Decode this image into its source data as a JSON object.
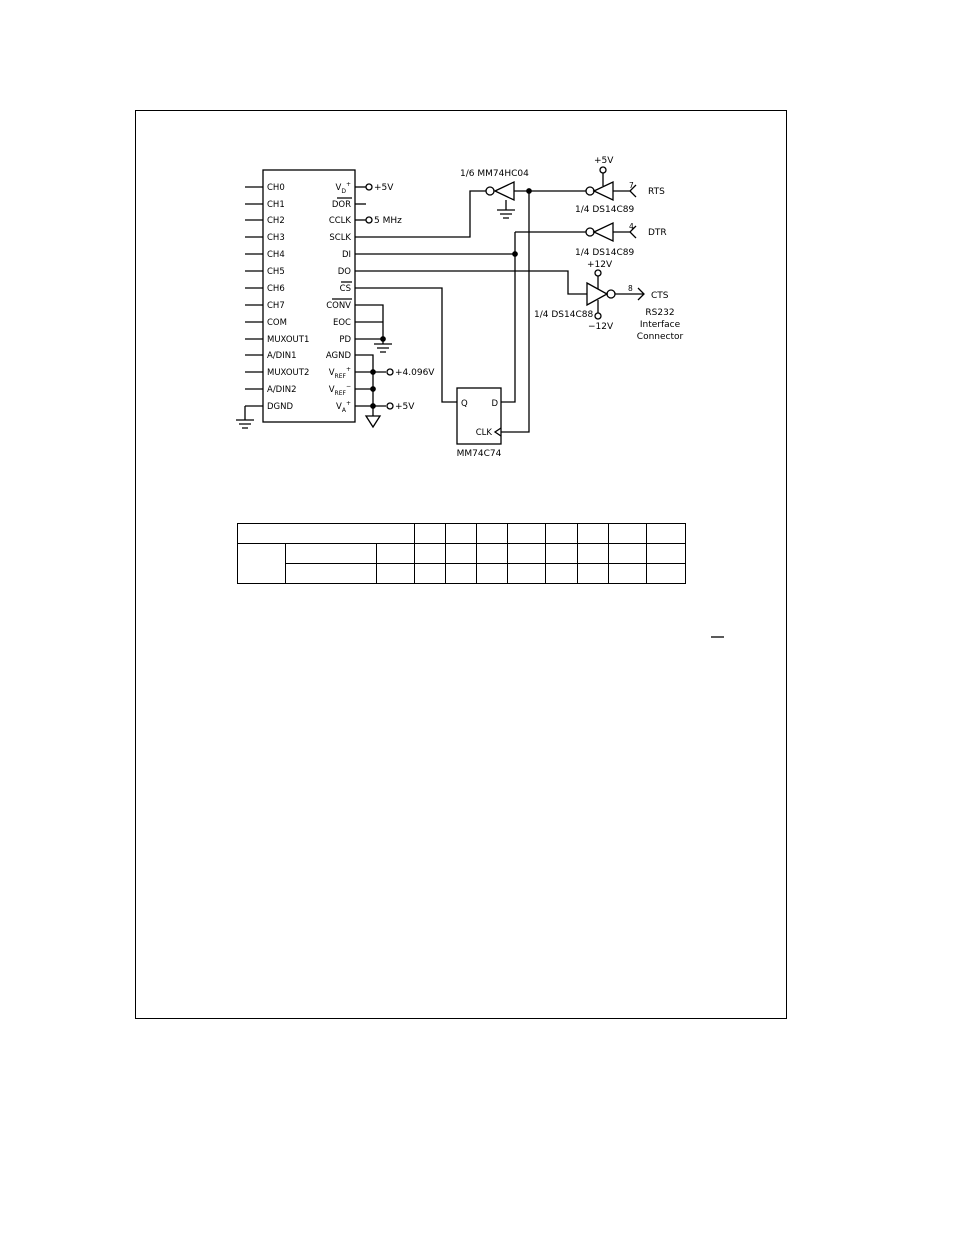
{
  "chip": {
    "left_pins": [
      "CH0",
      "CH1",
      "CH2",
      "CH3",
      "CH4",
      "CH5",
      "CH6",
      "CH7",
      "COM",
      "MUXOUT1",
      "A/DIN1",
      "MUXOUT2",
      "A/DIN2",
      "DGND"
    ],
    "right_pins": [
      {
        "name": "V",
        "sub": "D",
        "sup": "+"
      },
      {
        "name": "DOR"
      },
      {
        "name": "CCLK"
      },
      {
        "name": "SCLK"
      },
      {
        "name": "DI"
      },
      {
        "name": "DO"
      },
      {
        "name": "CS"
      },
      {
        "name": "CONV"
      },
      {
        "name": "EOC"
      },
      {
        "name": "PD"
      },
      {
        "name": "AGND"
      },
      {
        "name": "V",
        "sub": "REF",
        "sup": "+"
      },
      {
        "name": "V",
        "sub": "REF",
        "sup": "−"
      },
      {
        "name": "V",
        "sub": "A",
        "sup": "+"
      }
    ],
    "supply_vd": "+5V",
    "cclk_freq": "5 MHz",
    "vref": "+4.096V",
    "va": "+5V"
  },
  "inverter": {
    "label": "1/6 MM74HC04"
  },
  "flipflop": {
    "label": "MM74C74",
    "q": "Q",
    "d": "D",
    "clk": "CLK"
  },
  "rts": {
    "supply": "+5V",
    "part": "1/4 DS14C89",
    "pin": "7",
    "signal": "RTS"
  },
  "dtr": {
    "part": "1/4 DS14C89",
    "pin": "4",
    "signal": "DTR"
  },
  "cts": {
    "supply_pos": "+12V",
    "supply_neg": "−12V",
    "part": "1/4 DS14C88",
    "pin": "8",
    "signal": "CTS"
  },
  "connector": {
    "line1": "RS232",
    "line2": "Interface",
    "line3": "Connector"
  }
}
